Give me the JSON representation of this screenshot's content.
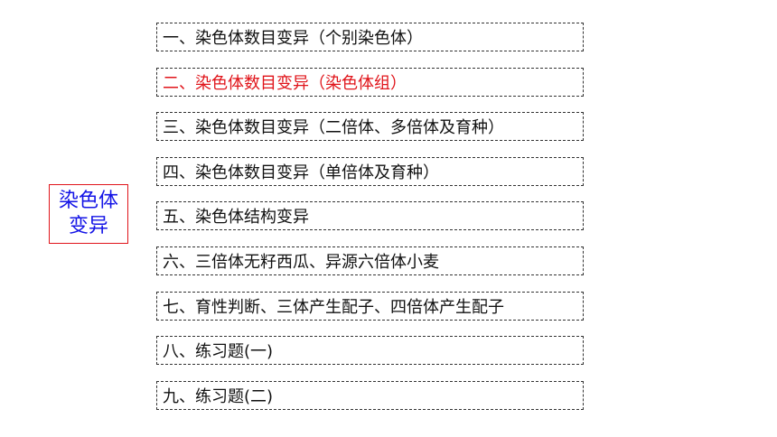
{
  "topic": {
    "line1": "染色体",
    "line2": "变异"
  },
  "colors": {
    "topic_text": "#1414e6",
    "topic_border": "#e0141a",
    "highlight_text": "#e0141a",
    "normal_text": "#111111"
  },
  "menu": {
    "items": [
      {
        "label": "一、染色体数目变异（个别染色体）"
      },
      {
        "label": "二、染色体数目变异（染色体组）"
      },
      {
        "label": "三、染色体数目变异（二倍体、多倍体及育种）"
      },
      {
        "label": "四、染色体数目变异（单倍体及育种）"
      },
      {
        "label": "五、染色体结构变异"
      },
      {
        "label": "六、三倍体无籽西瓜、异源六倍体小麦"
      },
      {
        "label": "七、育性判断、三体产生配子、四倍体产生配子"
      },
      {
        "label": "八、练习题(一)"
      },
      {
        "label": "九、练习题(二)"
      }
    ]
  }
}
